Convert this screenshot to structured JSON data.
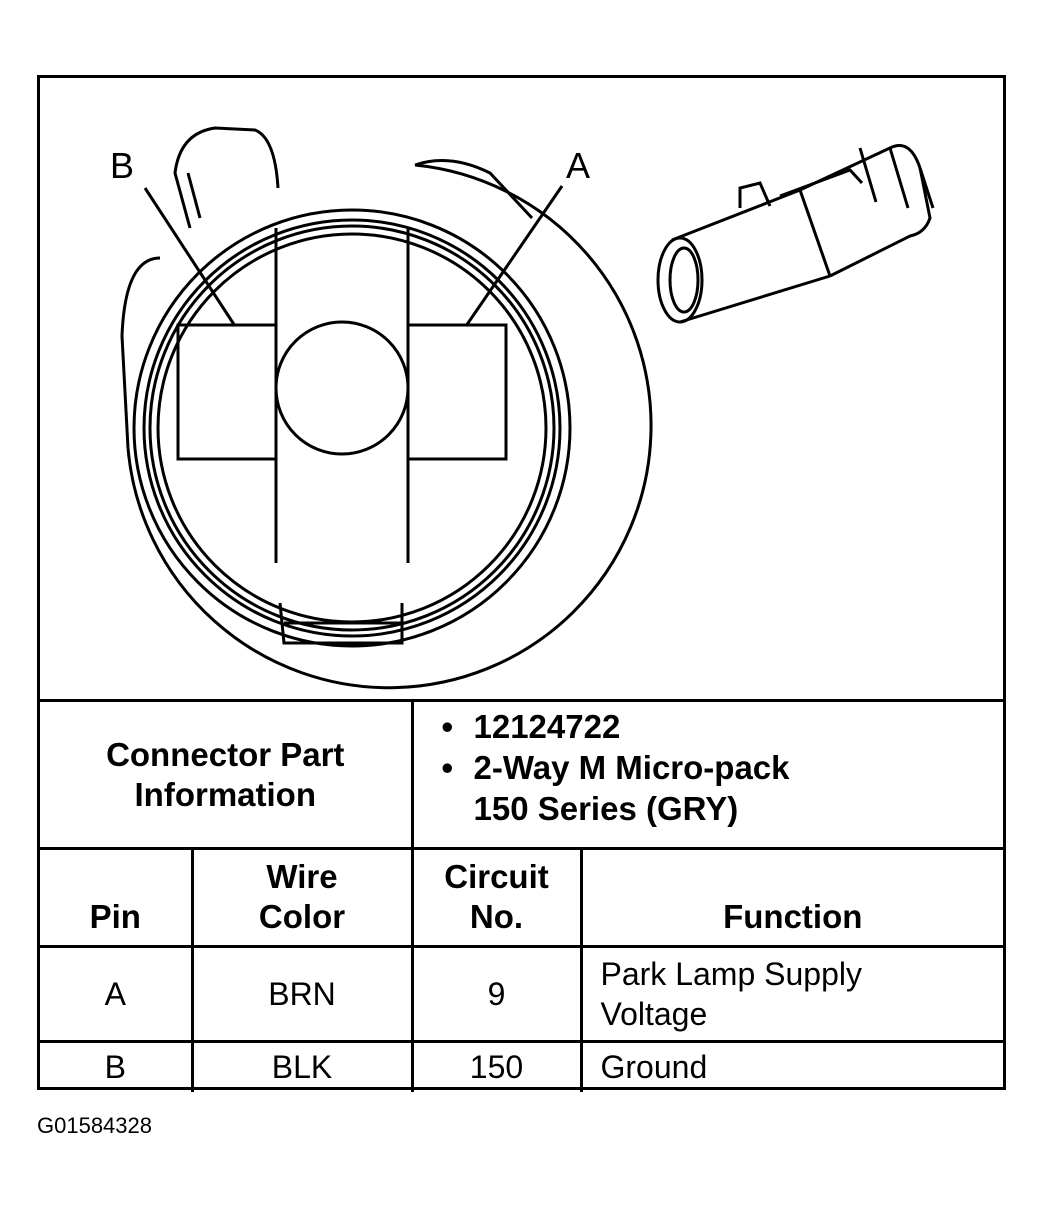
{
  "diagram": {
    "label_b": "B",
    "label_a": "A"
  },
  "connector_part_info": {
    "label": "Connector Part Information",
    "items": [
      "12124722",
      "2-Way M Micro-pack 150 Series (GRY)"
    ]
  },
  "table": {
    "headers": {
      "pin": "Pin",
      "wire_color": "Wire Color",
      "circuit_no": "Circuit No.",
      "function": "Function"
    },
    "rows": [
      {
        "pin": "A",
        "wire_color": "BRN",
        "circuit_no": "9",
        "function": "Park Lamp Supply Voltage"
      },
      {
        "pin": "B",
        "wire_color": "BLK",
        "circuit_no": "150",
        "function": "Ground"
      }
    ]
  },
  "figure_id": "G01584328"
}
